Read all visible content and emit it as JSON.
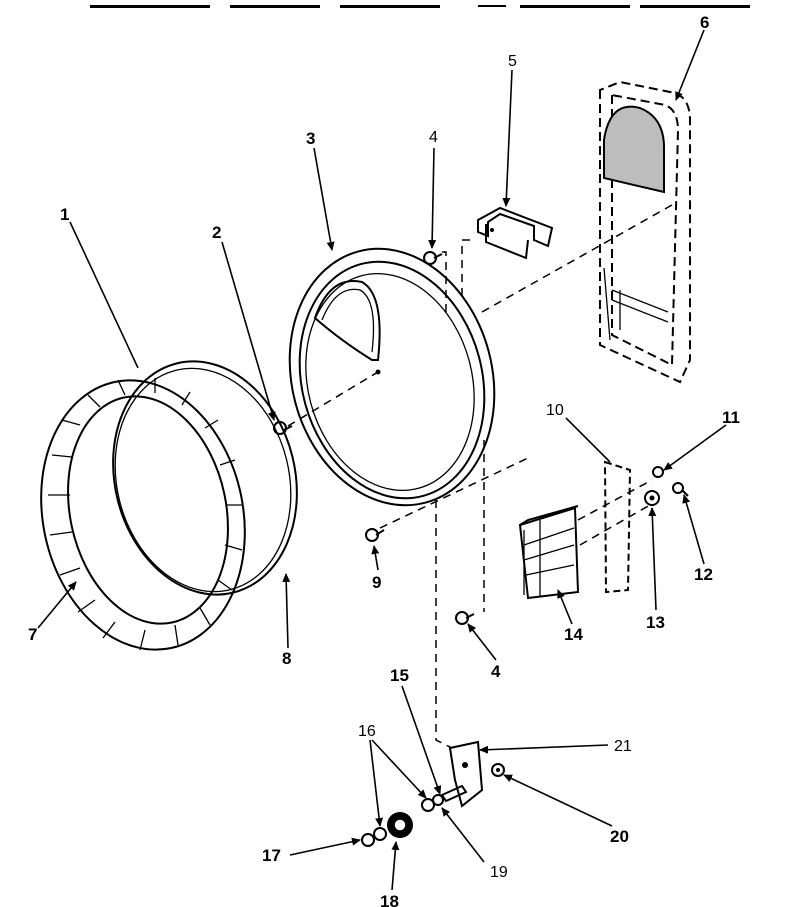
{
  "callouts": {
    "c1": "1",
    "c2": "2",
    "c3": "3",
    "c4a": "4",
    "c4b": "4",
    "c5": "5",
    "c6": "6",
    "c7": "7",
    "c8": "8",
    "c9": "9",
    "c10": "10",
    "c11": "11",
    "c12": "12",
    "c13": "13",
    "c14": "14",
    "c15": "15",
    "c16": "16",
    "c17": "17",
    "c18": "18",
    "c19": "19",
    "c20": "20",
    "c21": "21"
  },
  "colors": {
    "ink": "#000000",
    "paper": "#ffffff"
  }
}
